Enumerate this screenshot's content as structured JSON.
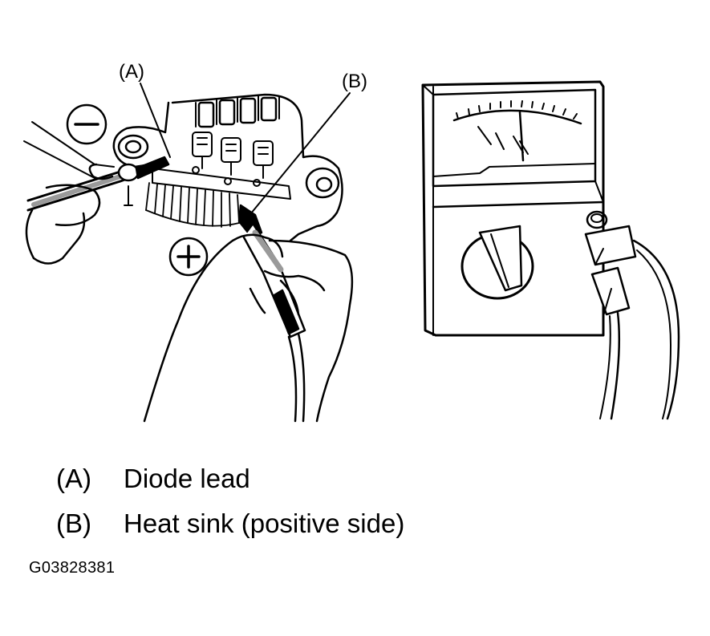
{
  "callouts": {
    "a": "(A)",
    "b": "(B)"
  },
  "polarity": {
    "negative": "minus-symbol",
    "positive": "plus-symbol"
  },
  "legend": [
    {
      "key": "(A)",
      "text": "Diode lead"
    },
    {
      "key": "(B)",
      "text": "Heat sink (positive side)"
    }
  ],
  "figure_id": "G03828381",
  "colors": {
    "ink": "#000000",
    "paper": "#ffffff",
    "shade": "#9a9a9a"
  }
}
